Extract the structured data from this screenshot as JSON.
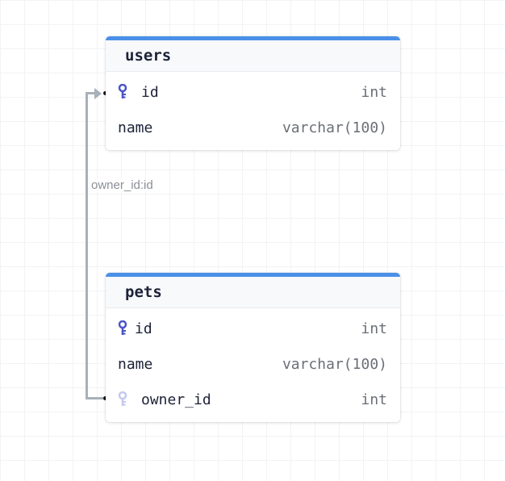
{
  "tables": [
    {
      "name": "users",
      "columns": [
        {
          "name": "id",
          "type": "int",
          "key": "primary"
        },
        {
          "name": "name",
          "type": "varchar(100)",
          "key": null
        }
      ]
    },
    {
      "name": "pets",
      "columns": [
        {
          "name": "id",
          "type": "int",
          "key": "primary"
        },
        {
          "name": "name",
          "type": "varchar(100)",
          "key": null
        },
        {
          "name": "owner_id",
          "type": "int",
          "key": "foreign"
        }
      ]
    }
  ],
  "relationships": [
    {
      "label": "owner_id:id",
      "from": "pets.owner_id",
      "to": "users.id"
    }
  ],
  "colors": {
    "header_accent": "#4a90e8",
    "primary_key": "#4a55c8",
    "foreign_key": "#c5c9ee",
    "edge": "#a8b0ba"
  }
}
